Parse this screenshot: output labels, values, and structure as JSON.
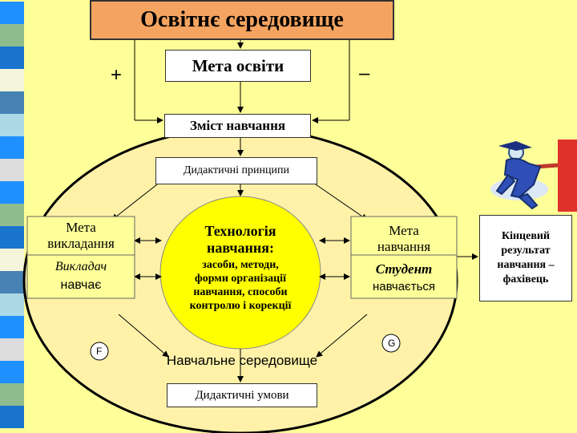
{
  "title": "Освітнє середовище",
  "aim_of_education": "Мета освіти",
  "plus_sign": "+",
  "minus_sign": "–",
  "content_of_learning": "Зміст навчання",
  "didactic_principles": "Дидактичні принципи",
  "teaching": {
    "goal_line1": "Мета",
    "goal_line2": "викладання",
    "role": "Викладач",
    "action": "навчає"
  },
  "technology": {
    "title_line1": "Технологія",
    "title_line2": "навчання:",
    "desc_lines": [
      "засоби, методи,",
      "форми організації",
      "навчання, способи",
      "контролю і корекції"
    ]
  },
  "learning": {
    "goal_line1": "Мета",
    "goal_line2": "навчання",
    "role": "Студент",
    "action": "навчається"
  },
  "feedback_left": "F",
  "feedback_right": "G",
  "learning_environment": "Навчальне середовище",
  "didactic_conditions": "Дидактичні умови",
  "result_lines": [
    "Кінцевий",
    "результат",
    "навчання –",
    "фахівець"
  ],
  "colors": {
    "background": "#ffff99",
    "title_fill": "#f4a460",
    "center_fill": "#ffff00",
    "strip_colors": [
      "#1e90ff",
      "#8fbc8f",
      "#1874cd",
      "#f5f5dc",
      "#4682b4",
      "#add8e6",
      "#1e90ff",
      "#dcdcdc"
    ]
  }
}
